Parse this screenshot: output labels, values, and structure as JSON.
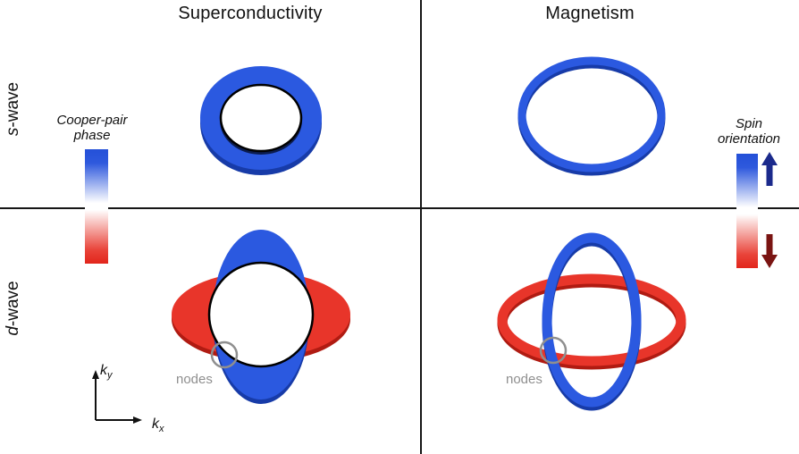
{
  "headers": {
    "superconductivity": "Superconductivity",
    "magnetism": "Magnetism"
  },
  "row_labels": {
    "s_wave_prefix": "s",
    "s_wave_suffix": "-wave",
    "d_wave_prefix": "d",
    "d_wave_suffix": "-wave"
  },
  "legend_left": {
    "line1": "Cooper-pair",
    "line2": "phase"
  },
  "legend_right": {
    "line1": "Spin",
    "line2": "orientation"
  },
  "annotations": {
    "nodes_superconductivity": "nodes",
    "nodes_magnetism": "nodes"
  },
  "axes": {
    "k": "k",
    "x_sub": "x",
    "y_sub": "y"
  },
  "colors": {
    "blue": "#2b59e0",
    "blue_dark": "#173ba8",
    "red": "#e8352a",
    "red_dark": "#b01b12",
    "spin_up_arrow": "#1b2a8c",
    "spin_down_arrow": "#7a1412",
    "node_gray": "#8f8f8f",
    "line_black": "#161616"
  }
}
